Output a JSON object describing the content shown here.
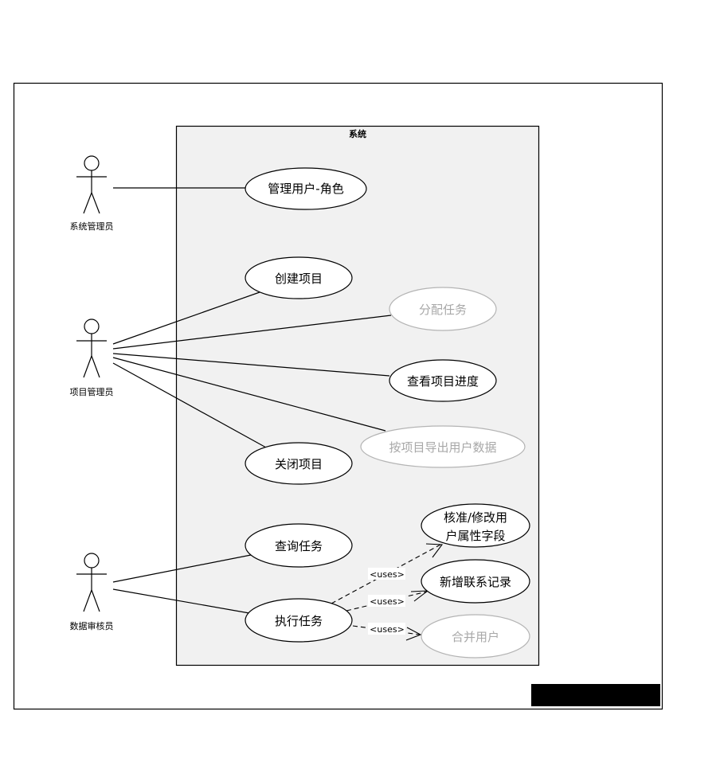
{
  "diagram": {
    "type": "use-case",
    "system_title": "系统",
    "actors": [
      {
        "id": "admin",
        "label": "系统管理员"
      },
      {
        "id": "pm",
        "label": "项目管理员"
      },
      {
        "id": "reviewer",
        "label": "数据审核员"
      }
    ],
    "use_cases": [
      {
        "id": "uc_manage",
        "label": "管理用户-角色",
        "enabled": true
      },
      {
        "id": "uc_create",
        "label": "创建项目",
        "enabled": true
      },
      {
        "id": "uc_assign",
        "label": "分配任务",
        "enabled": false
      },
      {
        "id": "uc_progress",
        "label": "查看项目进度",
        "enabled": true
      },
      {
        "id": "uc_export",
        "label": "按项目导出用户数据",
        "enabled": false
      },
      {
        "id": "uc_close",
        "label": "关闭项目",
        "enabled": true
      },
      {
        "id": "uc_query",
        "label": "查询任务",
        "enabled": true
      },
      {
        "id": "uc_exec",
        "label": "执行任务",
        "enabled": true
      },
      {
        "id": "uc_verify",
        "label_lines": [
          "核准/修改用",
          "户属性字段"
        ],
        "enabled": true
      },
      {
        "id": "uc_contact",
        "label": "新增联系记录",
        "enabled": true
      },
      {
        "id": "uc_merge",
        "label": "合并用户",
        "enabled": false
      }
    ],
    "associations": [
      {
        "from": "admin",
        "to": "uc_manage"
      },
      {
        "from": "pm",
        "to": "uc_create"
      },
      {
        "from": "pm",
        "to": "uc_assign"
      },
      {
        "from": "pm",
        "to": "uc_progress"
      },
      {
        "from": "pm",
        "to": "uc_export"
      },
      {
        "from": "pm",
        "to": "uc_close"
      },
      {
        "from": "reviewer",
        "to": "uc_query"
      },
      {
        "from": "reviewer",
        "to": "uc_exec"
      }
    ],
    "dependencies": [
      {
        "from": "uc_exec",
        "to": "uc_verify",
        "label": "<uses>"
      },
      {
        "from": "uc_exec",
        "to": "uc_contact",
        "label": "<uses>"
      },
      {
        "from": "uc_exec",
        "to": "uc_merge",
        "label": "<uses>"
      }
    ]
  }
}
